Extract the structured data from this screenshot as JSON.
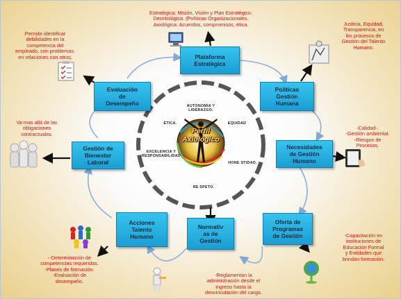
{
  "center": {
    "title": "Perfil\nAxiológico"
  },
  "ring_labels": {
    "top": "AUTONOMÍA Y\nLIDERAZGO.",
    "etica": "ÉTICA.",
    "equidad": "EQUIDAD",
    "excelencia": "EXCELENCIA Y\nRESPONSABILIDAD",
    "honestidad": "HONE STIDAD.",
    "respeto": "RE SPETO."
  },
  "boxes": {
    "plataforma": "Plataforma\nEstratégica",
    "politicas": "Políticas\nGestión\nHumana",
    "necesidades": "Necesidades\nde Gestión\nHumano",
    "oferta": "Oferta de\nProgramas\nde Gestión",
    "normativas": "Normativ\nas de\nGestión",
    "acciones": "Acciones\nTalento\nHumano",
    "bienestar": "Gestión de\nBienestar\nLaboral",
    "evaluacion": "Evaluación\nde\nDesempeño"
  },
  "notes": {
    "plataforma": "Estratégica:  Misión, Visión y Plan Estratégico.\nDeontológica: (Políticas Organizacionales.\nAxiológica: Acuerdos, compromisos, ética.",
    "politicas": "Justicia, Equidad,\nTransparencia, en\nlos procesos de\nGestión del Talento\nHumano.",
    "necesidades": "-Calidad-.\n-Gestión ambiental.\n-Riesgos de\nProcesos.",
    "oferta": "-Capacitación en\ninstituciones de\nEducación Formal\ny Entidades que\nbrindan formación.",
    "normativas": "-Reglamentan la\nadministración desde el\ningreso hasta la\ndesvinculación del cargo.",
    "acciones": "--Determinación de\ncompetencias requeridas.\n-Planes de formación.\n-Evaluación de\ndesempeño.",
    "bienestar": "Va mas allá de  las\nobligaciones\ncontractuales.",
    "evaluacion": "Permite identificar\ndebilidades en la\ncompetencia del\nempleado, con problemas.\nen relaciones con otros."
  },
  "colors": {
    "box": "#1ba7dc",
    "note": "#d11414",
    "ring": "#555555",
    "arrow": "#111111"
  }
}
